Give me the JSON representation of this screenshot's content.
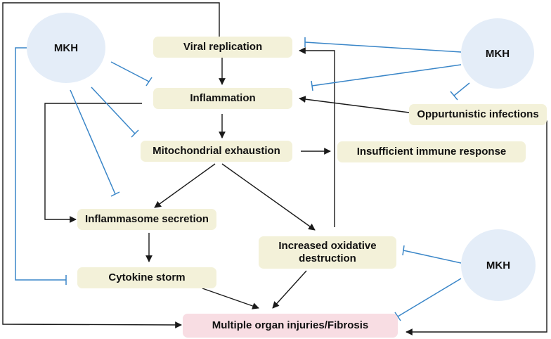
{
  "nodes": {
    "viral_replication": "Viral replication",
    "inflammation": "Inflammation",
    "mitochondrial_exhaustion": "Mitochondrial exhaustion",
    "insufficient_immune_response": "Insufficient immune response",
    "oppurtunistic_infections": "Oppurtunistic infections",
    "inflammasome_secretion": "Inflammasome secretion",
    "increased_oxidative_line1": "Increased oxidative",
    "increased_oxidative_line2": "destruction",
    "cytokine_storm": "Cytokine storm",
    "multiple_organ_injuries": "Multiple organ injuries/Fibrosis"
  },
  "mkh": {
    "top_left": "MKH",
    "top_right": "MKH",
    "bottom_right": "MKH"
  },
  "colors": {
    "node_fill": "#f3f1d9",
    "outcome_fill": "#f8dde3",
    "mkh_fill": "#e4edf8",
    "activation_arrow": "#1a1a1a",
    "inhibition_line": "#3a86c8"
  }
}
